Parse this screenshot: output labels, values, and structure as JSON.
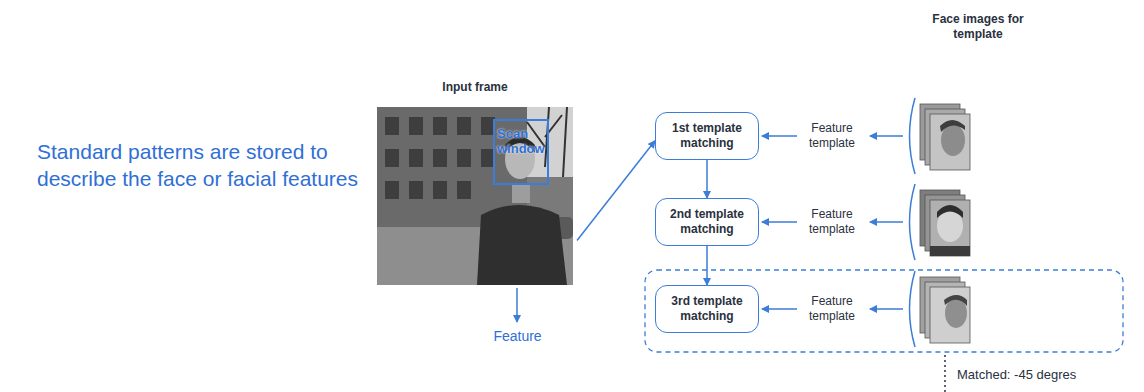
{
  "diagram": {
    "nodes": [
      {
        "text": [
          "Input frame"
        ]
      },
      {
        "text": [
          "Scan window"
        ],
        "in": 0
      },
      {
        "text": [
          "1st template matching"
        ]
      },
      {
        "text": [
          "2nd template matching"
        ]
      },
      {
        "text": [
          "3rd template matching"
        ]
      }
    ],
    "edges": [
      {
        "from": 0,
        "to": 2,
        "arrow": "to"
      },
      {
        "from": 2,
        "to": 3,
        "arrow": "to"
      },
      {
        "from": 3,
        "to": 4,
        "arrow": "to"
      }
    ],
    "labels": [
      "Standard patterns are stored to describe the face or facial features",
      "Feature",
      "Feature template",
      "Feature template",
      "Feature template",
      "Face images for template",
      "Matched: -45 degres"
    ]
  }
}
